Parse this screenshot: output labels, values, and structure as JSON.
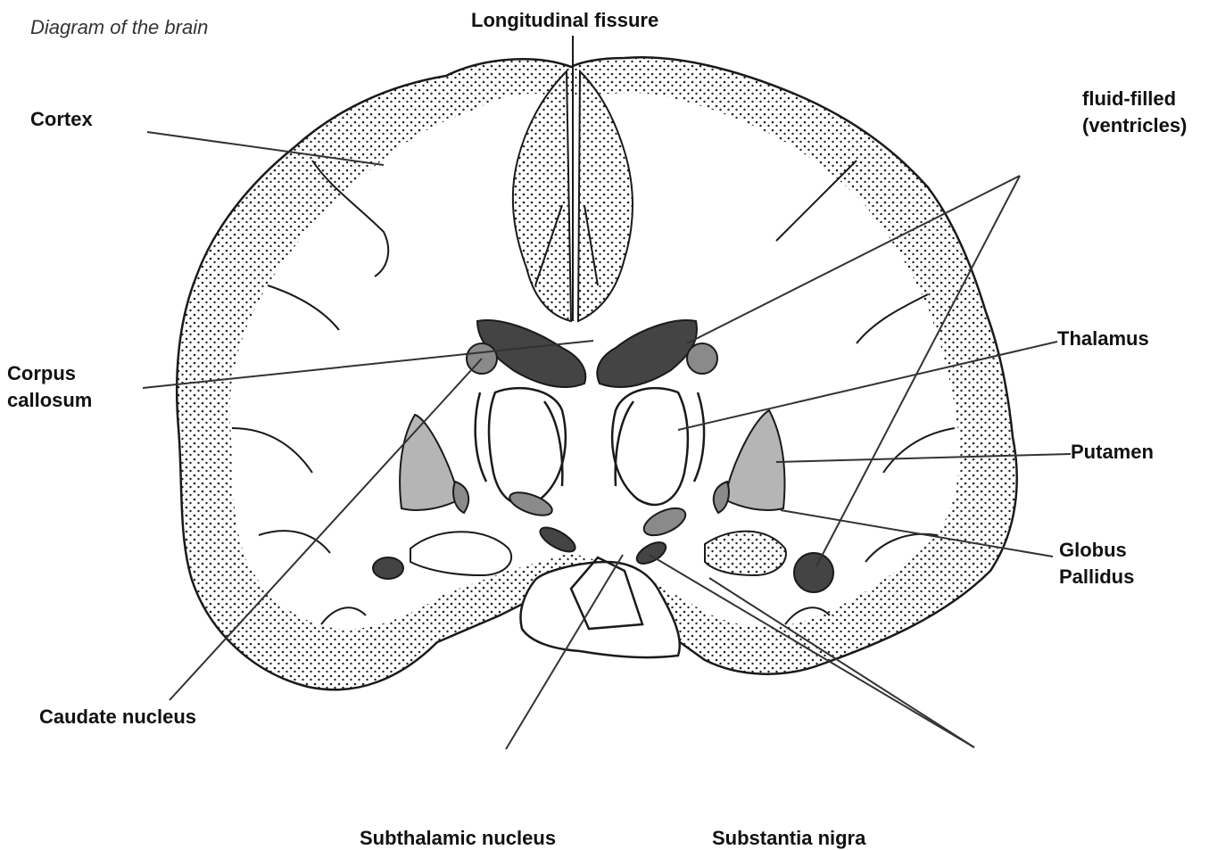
{
  "caption": "Diagram of the brain",
  "labels": {
    "longitudinal_fissure": "Longitudinal fissure",
    "cortex": "Cortex",
    "ventricles_line1": "fluid-filled",
    "ventricles_line2": "(ventricles)",
    "corpus_line1": "Corpus",
    "corpus_line2": "callosum",
    "thalamus": "Thalamus",
    "putamen": "Putamen",
    "globus_line1": "Globus",
    "globus_line2": "Pallidus",
    "caudate": "Caudate nucleus",
    "subthalamic": "Subthalamic nucleus",
    "substantia": "Substantia nigra"
  },
  "colors": {
    "outline": "#1a1a1a",
    "cortex_fill": "#ffffff",
    "dark_structure": "#444444",
    "mid_structure": "#8a8a8a",
    "light_structure": "#b5b5b5",
    "leader_line": "#333333"
  }
}
